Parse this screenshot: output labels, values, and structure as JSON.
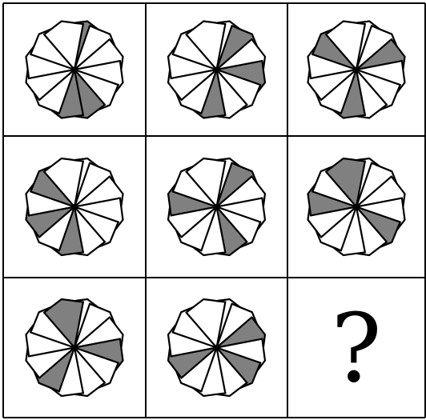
{
  "puzzle": {
    "rows": 3,
    "cols": 3,
    "petal_count": 12,
    "colors": {
      "shaded": "#808080",
      "unshaded": "#ffffff",
      "line": "#000000"
    },
    "cells": [
      {
        "kind": "flower",
        "shaded_petals": [
          0,
          5,
          6
        ]
      },
      {
        "kind": "flower",
        "shaded_petals": [
          1,
          3,
          6
        ]
      },
      {
        "kind": "flower",
        "shaded_petals": [
          2,
          6,
          10
        ]
      },
      {
        "kind": "flower",
        "shaded_petals": [
          6,
          8,
          10
        ]
      },
      {
        "kind": "flower",
        "shaded_petals": [
          1,
          5,
          9
        ]
      },
      {
        "kind": "flower",
        "shaded_petals": [
          4,
          9,
          11
        ]
      },
      {
        "kind": "flower",
        "shaded_petals": [
          3,
          7,
          11
        ]
      },
      {
        "kind": "flower",
        "shaded_petals": [
          2,
          4,
          8
        ]
      },
      {
        "kind": "question",
        "text": "?"
      }
    ]
  }
}
